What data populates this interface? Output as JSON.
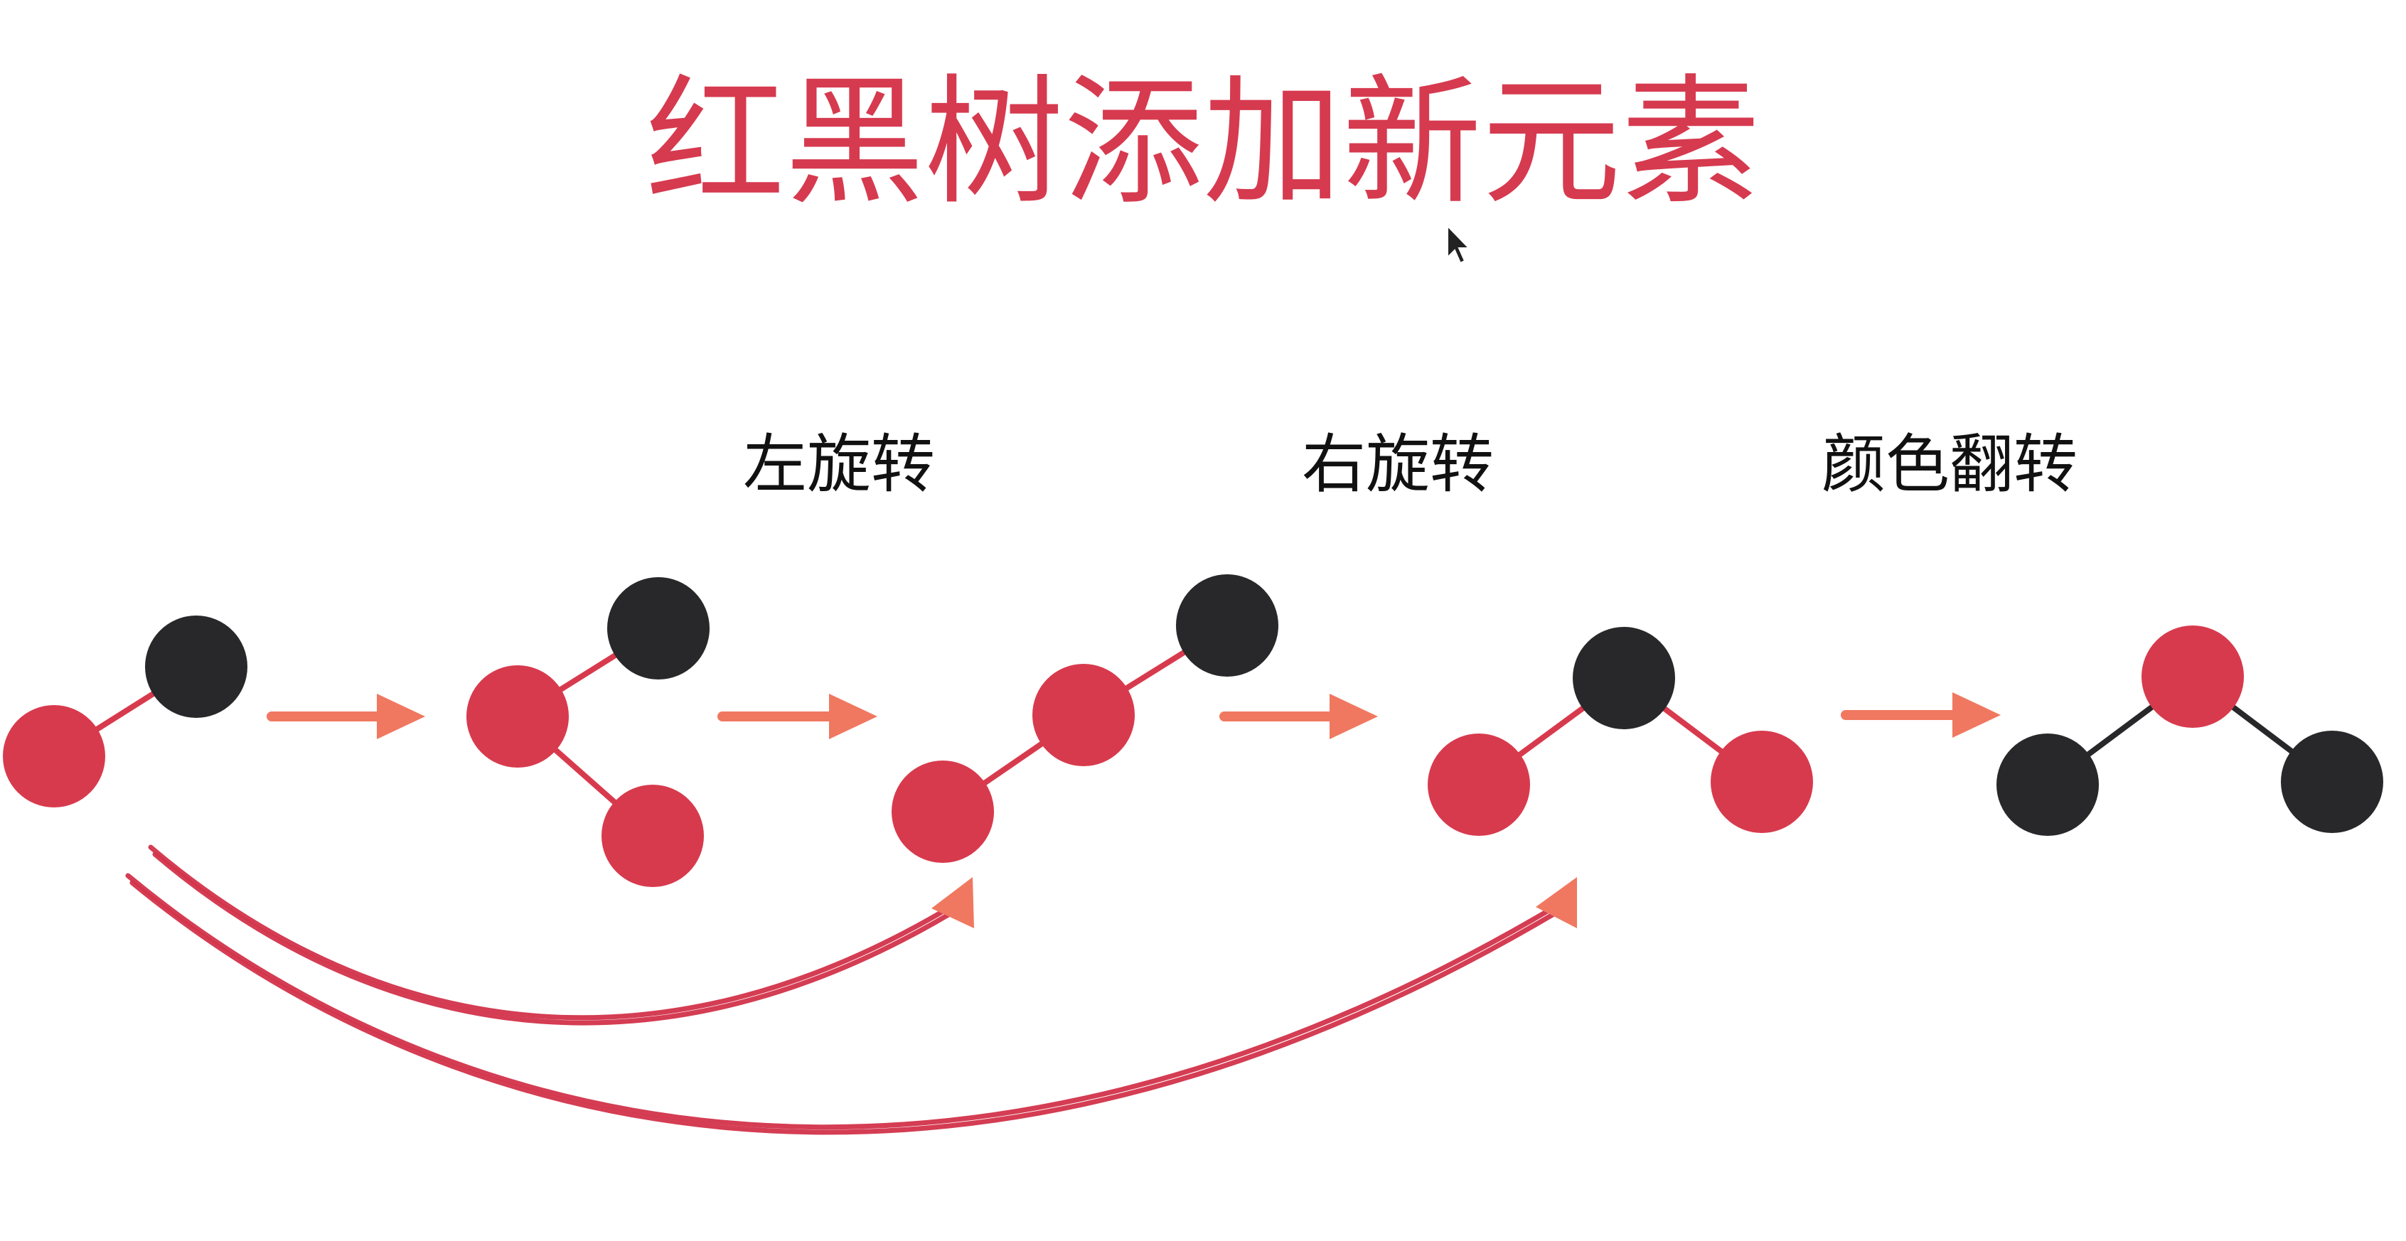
{
  "title": "红黑树添加新元素",
  "operations": [
    "左旋转",
    "右旋转",
    "颜色翻转"
  ],
  "colors": {
    "title": "#D63A4F",
    "red_node": "#D83A4D",
    "black_node": "#282729",
    "red_edge": "#D83A4D",
    "black_edge": "#282729",
    "step_arrow": "#F07860",
    "curve_arrow": "#D2334A",
    "label_text": "#111111",
    "background": "#FFFFFF"
  },
  "trees": [
    {
      "name": "tree-1",
      "nodes": [
        {
          "id": "a",
          "color": "black"
        },
        {
          "id": "b",
          "color": "red"
        }
      ],
      "edges": [
        {
          "from": "a",
          "to": "b",
          "color": "red"
        }
      ]
    },
    {
      "name": "tree-2",
      "nodes": [
        {
          "id": "a",
          "color": "black"
        },
        {
          "id": "b",
          "color": "red"
        },
        {
          "id": "c",
          "color": "red"
        }
      ],
      "edges": [
        {
          "from": "a",
          "to": "b",
          "color": "red"
        },
        {
          "from": "b",
          "to": "c",
          "color": "red"
        }
      ]
    },
    {
      "name": "tree-3",
      "nodes": [
        {
          "id": "a",
          "color": "black"
        },
        {
          "id": "b",
          "color": "red"
        },
        {
          "id": "c",
          "color": "red"
        }
      ],
      "edges": [
        {
          "from": "a",
          "to": "b",
          "color": "red"
        },
        {
          "from": "b",
          "to": "c",
          "color": "red"
        }
      ]
    },
    {
      "name": "tree-4",
      "nodes": [
        {
          "id": "a",
          "color": "black"
        },
        {
          "id": "b",
          "color": "red"
        },
        {
          "id": "c",
          "color": "red"
        }
      ],
      "edges": [
        {
          "from": "a",
          "to": "b",
          "color": "red"
        },
        {
          "from": "a",
          "to": "c",
          "color": "red"
        }
      ]
    },
    {
      "name": "tree-5",
      "nodes": [
        {
          "id": "a",
          "color": "red"
        },
        {
          "id": "b",
          "color": "black"
        },
        {
          "id": "c",
          "color": "black"
        }
      ],
      "edges": [
        {
          "from": "a",
          "to": "b",
          "color": "black"
        },
        {
          "from": "a",
          "to": "c",
          "color": "black"
        }
      ]
    }
  ]
}
